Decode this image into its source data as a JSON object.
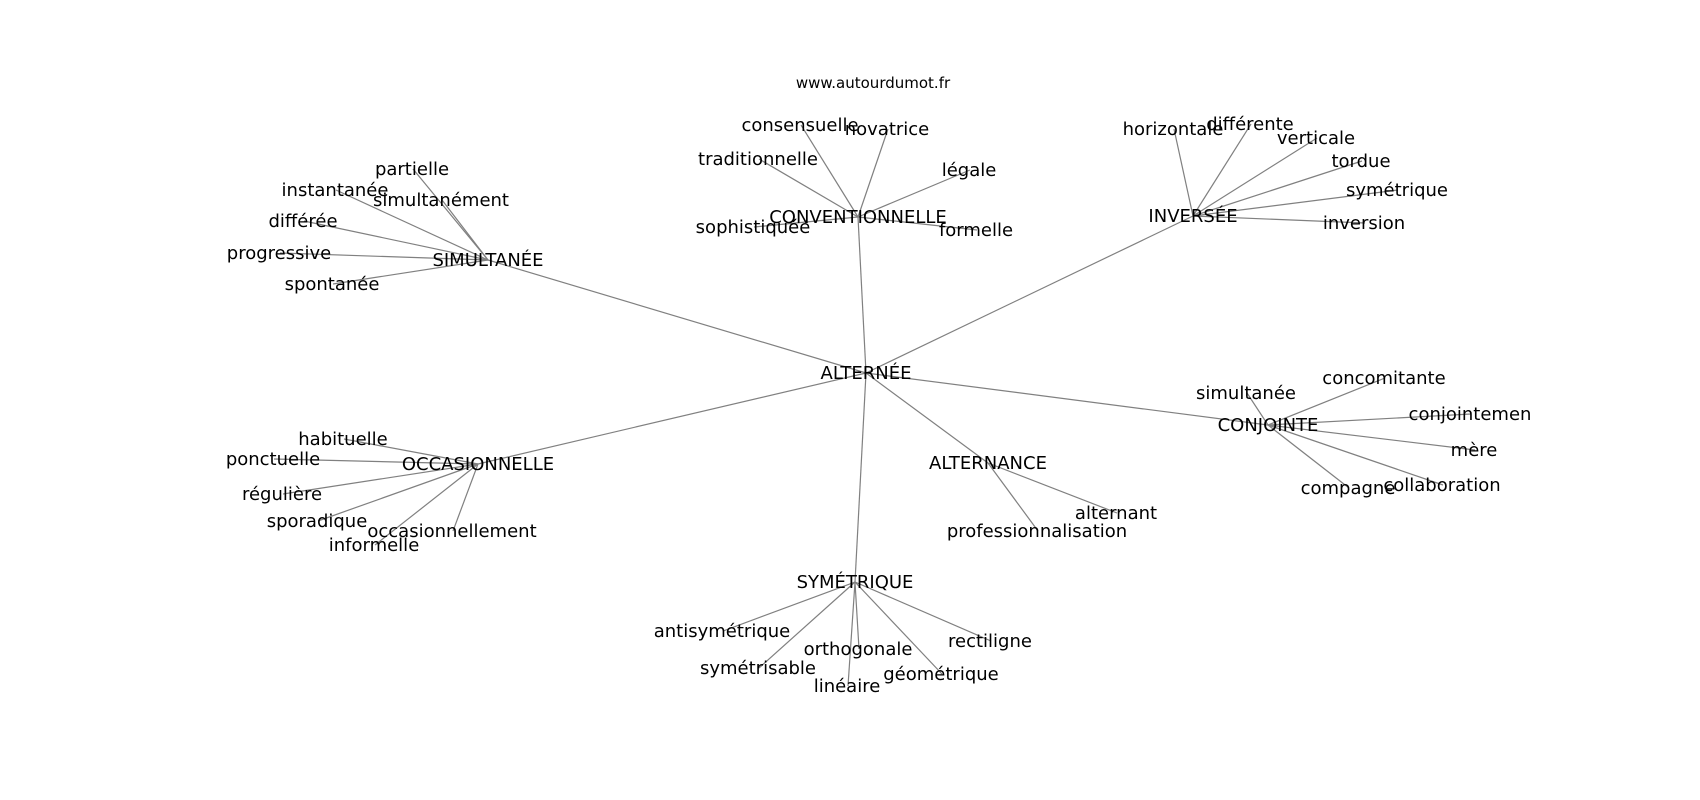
{
  "source": "www.autourdumot.fr",
  "center": {
    "id": "alternee",
    "label": "ALTERNÉE"
  },
  "hubs": [
    {
      "id": "simultanee_hub",
      "label": "SIMULTANÉE",
      "leaves": [
        "partielle",
        "instantanée",
        "simultanément",
        "différée",
        "progressive",
        "spontanée"
      ]
    },
    {
      "id": "conventionnelle",
      "label": "CONVENTIONNELLE",
      "leaves": [
        "consensuelle",
        "novatrice",
        "traditionnelle",
        "légale",
        "sophistiquée",
        "formelle"
      ]
    },
    {
      "id": "inversee",
      "label": "INVERSÉE",
      "leaves": [
        "horizontale",
        "différente",
        "verticale",
        "tordue",
        "symétrique",
        "inversion"
      ]
    },
    {
      "id": "conjointe",
      "label": "CONJOINTE",
      "leaves": [
        "simultanée",
        "concomitante",
        "conjointemen",
        "mère",
        "collaboration",
        "compagne"
      ]
    },
    {
      "id": "occasionnelle",
      "label": "OCCASIONNELLE",
      "leaves": [
        "habituelle",
        "ponctuelle",
        "régulière",
        "sporadique",
        "occasionnellement",
        "informelle"
      ]
    },
    {
      "id": "alternance",
      "label": "ALTERNANCE",
      "leaves": [
        "alternant",
        "professionnalisation"
      ]
    },
    {
      "id": "symetrique_hub",
      "label": "SYMÉTRIQUE",
      "leaves": [
        "antisymétrique",
        "orthogonale",
        "rectiligne",
        "symétrisable",
        "linéaire",
        "géométrique"
      ]
    }
  ]
}
